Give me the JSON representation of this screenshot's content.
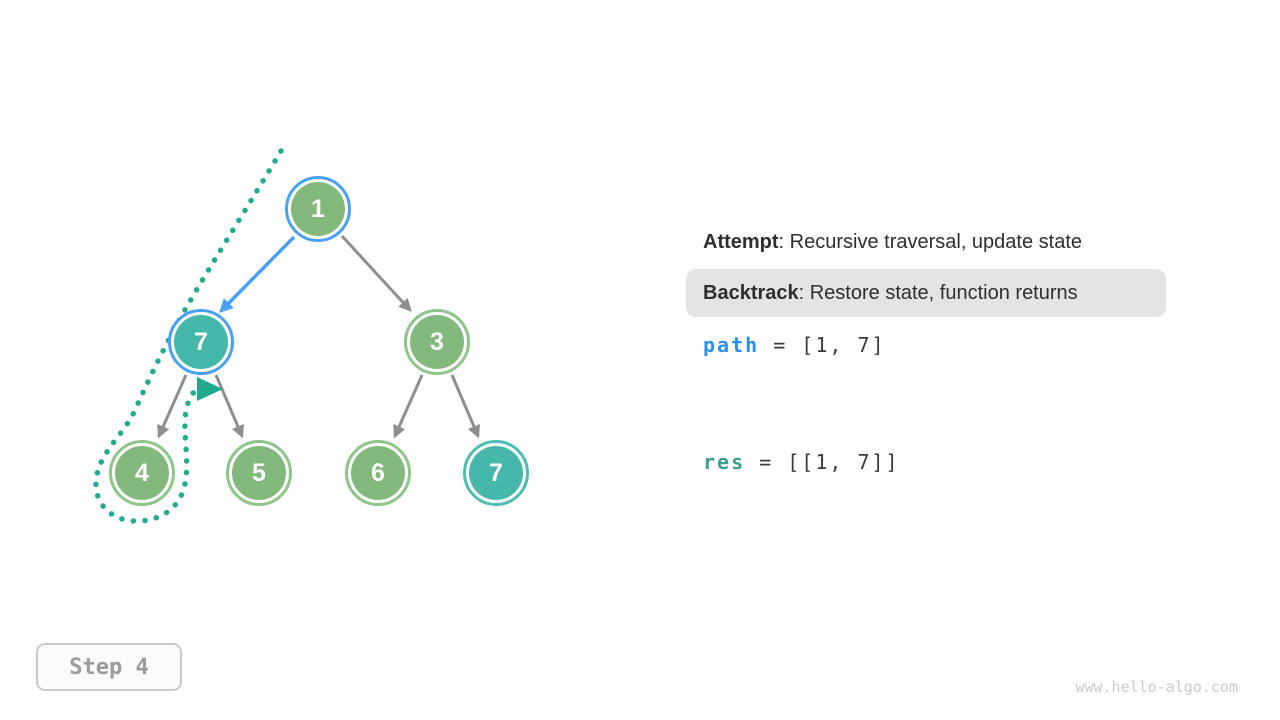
{
  "page": {
    "watermark": "www.hello-algo.com"
  },
  "step_badge": {
    "label": "Step 4"
  },
  "legend": {
    "attempt_term": "Attempt",
    "attempt_desc": ": Recursive traversal, update state",
    "backtrack_term": "Backtrack",
    "backtrack_desc": ": Restore state, function returns"
  },
  "state": {
    "path_var": "path",
    "path_value": " = [1, 7]",
    "res_var": "res",
    "res_value": " = [[1, 7]]"
  },
  "tree": {
    "nodes": [
      {
        "value": "1",
        "state": "on-path-highlighted"
      },
      {
        "value": "7",
        "state": "current-highlighted"
      },
      {
        "value": "3",
        "state": "unvisited"
      },
      {
        "value": "4",
        "state": "unvisited"
      },
      {
        "value": "5",
        "state": "unvisited"
      },
      {
        "value": "6",
        "state": "unvisited"
      },
      {
        "value": "7",
        "state": "result-found"
      }
    ],
    "edges": [
      {
        "from": "1",
        "to": "7",
        "highlight": "blue"
      },
      {
        "from": "1",
        "to": "3",
        "highlight": "none"
      },
      {
        "from": "7",
        "to": "4",
        "highlight": "none"
      },
      {
        "from": "7",
        "to": "5",
        "highlight": "none"
      },
      {
        "from": "3",
        "to": "6",
        "highlight": "none"
      },
      {
        "from": "3",
        "to": "7",
        "highlight": "none"
      }
    ],
    "traversal_path": "dotted teal curve looping from above root, left of node 7, around node 4, arrow pointing right back toward node 7"
  },
  "colors": {
    "node_green_fill": "#84B97E",
    "node_green_ring": "#8FC48B",
    "node_teal_fill": "#46B8AA",
    "node_teal_ring": "#4FBDB0",
    "highlight_blue": "#4AA1F3",
    "edge_gray": "#8E8E8E",
    "dotted_path_teal": "#23AB8C",
    "path_var_blue": "#2E8FE8",
    "res_var_teal": "#3B9D8D",
    "backtrack_box_bg": "#E4E4E4",
    "text_dark": "#2E2E2E"
  }
}
